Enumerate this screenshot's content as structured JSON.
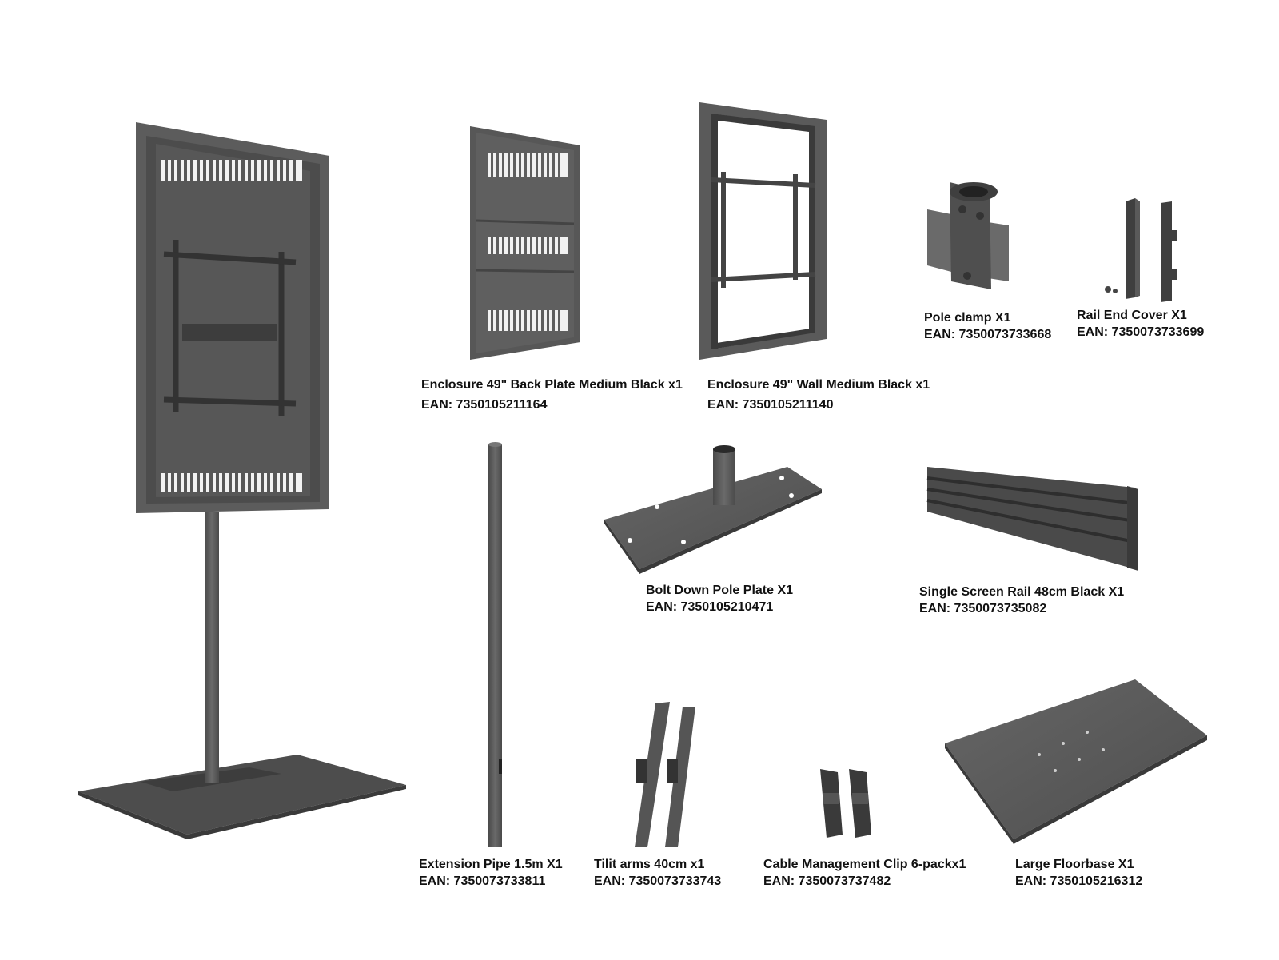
{
  "colors": {
    "metal": "#5a5a5a",
    "metal_dark": "#3f3f3f",
    "metal_light": "#7a7a7a",
    "slot": "#f2f2f2",
    "text": "#111111"
  },
  "products": [
    {
      "id": "back-plate",
      "icon": "enclosure-back-plate-icon",
      "name": "Enclosure 49\" Back Plate Medium Black x1",
      "ean": "EAN: 7350105211164"
    },
    {
      "id": "wall",
      "icon": "enclosure-wall-frame-icon",
      "name": "Enclosure 49\" Wall Medium Black x1",
      "ean": "EAN: 7350105211140"
    },
    {
      "id": "pole-clamp",
      "icon": "pole-clamp-icon",
      "name": "Pole clamp X1",
      "ean": "EAN: 7350073733668"
    },
    {
      "id": "rail-end-cover",
      "icon": "rail-end-cover-icon",
      "name": "Rail End Cover X1",
      "ean": "EAN: 7350073733699"
    },
    {
      "id": "bolt-down-plate",
      "icon": "bolt-down-pole-plate-icon",
      "name": "Bolt Down Pole Plate X1",
      "ean": "EAN: 7350105210471"
    },
    {
      "id": "screen-rail",
      "icon": "screen-rail-icon",
      "name": "Single Screen Rail 48cm Black X1",
      "ean": "EAN: 7350073735082"
    },
    {
      "id": "extension-pipe",
      "icon": "extension-pipe-icon",
      "name": "Extension Pipe 1.5m  X1",
      "ean": "EAN: 7350073733811"
    },
    {
      "id": "tilt-arms",
      "icon": "tilt-arms-icon",
      "name": "Tilit arms 40cm x1",
      "ean": "EAN: 7350073733743"
    },
    {
      "id": "cable-clip",
      "icon": "cable-management-clip-icon",
      "name": "Cable Management Clip 6-packx1",
      "ean": "EAN: 7350073737482"
    },
    {
      "id": "floorbase",
      "icon": "large-floorbase-icon",
      "name": "Large Floorbase X1",
      "ean": "EAN: 7350105216312"
    }
  ]
}
